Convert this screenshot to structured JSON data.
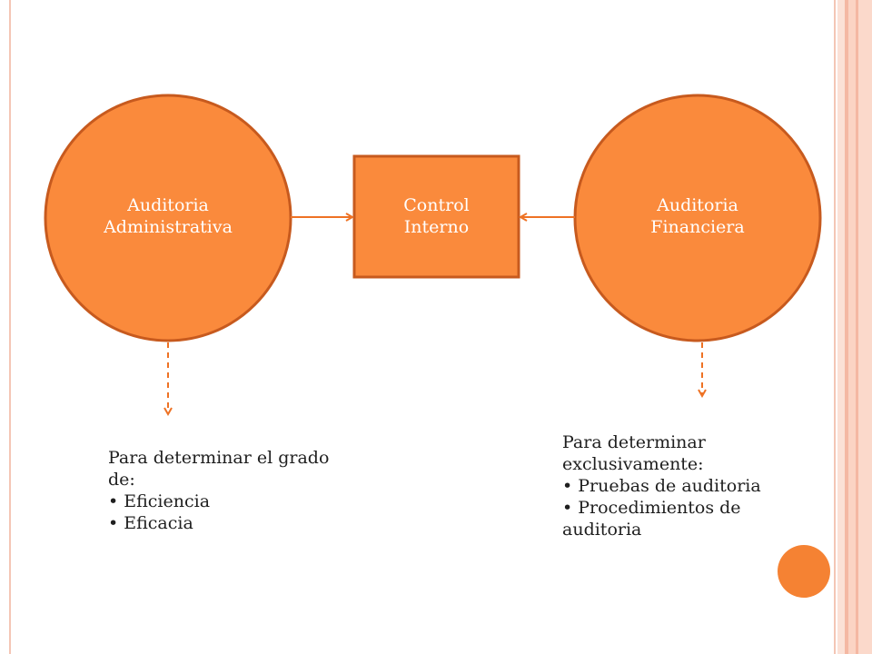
{
  "colors": {
    "shape_fill": "#fa8a3c",
    "shape_stroke": "#c75a1e",
    "connector": "#ee7224",
    "label_text": "#ffffff",
    "body_text": "#1f1f1f",
    "frame": "#f4c6b5",
    "accent_dot": "#f58233"
  },
  "nodes": {
    "left": {
      "line1": "Auditoria",
      "line2": "Administrativa"
    },
    "center": {
      "line1": "Control",
      "line2": "Interno"
    },
    "right": {
      "line1": "Auditoria",
      "line2": "Financiera"
    }
  },
  "notes": {
    "left": {
      "intro1": "Para determinar el grado",
      "intro2": "de:",
      "items": [
        "• Eficiencia",
        "• Eficacia"
      ]
    },
    "right": {
      "intro1": "Para determinar",
      "intro2": "exclusivamente:",
      "items": [
        "• Pruebas de auditoria",
        "• Procedimientos de",
        "auditoria"
      ]
    }
  }
}
